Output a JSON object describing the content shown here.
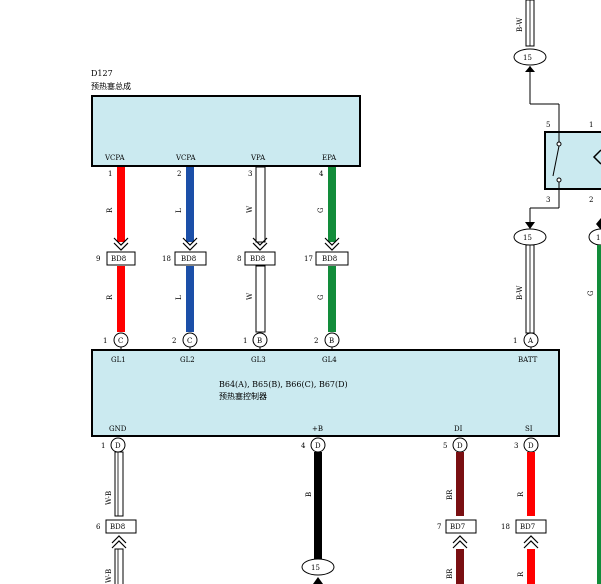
{
  "colors": {
    "module_fill": "#cbeaf0",
    "red": "#ff0000",
    "blue": "#1b4fa8",
    "green": "#128c3a",
    "black": "#000000",
    "brown": "#7a0f12"
  },
  "glow_plug": {
    "code": "D127",
    "name": "预热塞总成",
    "pins": [
      {
        "label": "VCPA",
        "num": "1",
        "wire": "R"
      },
      {
        "label": "VCPA",
        "num": "2",
        "wire": "L"
      },
      {
        "label": "VPA",
        "num": "3",
        "wire": "W"
      },
      {
        "label": "EPA",
        "num": "4",
        "wire": "G"
      }
    ]
  },
  "connectors_top": [
    {
      "pin": "9",
      "name": "BD8"
    },
    {
      "pin": "18",
      "name": "BD8"
    },
    {
      "pin": "8",
      "name": "BD8"
    },
    {
      "pin": "17",
      "name": "BD8"
    }
  ],
  "controller_top_pins": [
    {
      "num": "1",
      "letter": "C",
      "label": "GL1"
    },
    {
      "num": "2",
      "letter": "C",
      "label": "GL2"
    },
    {
      "num": "1",
      "letter": "B",
      "label": "GL3"
    },
    {
      "num": "2",
      "letter": "B",
      "label": "GL4"
    },
    {
      "num": "1",
      "letter": "A",
      "label": "BATT"
    }
  ],
  "controller": {
    "codes": "B64(A), B65(B), B66(C), B67(D)",
    "name": "预热塞控制器"
  },
  "controller_bottom_pins": [
    {
      "num": "1",
      "letter": "D",
      "label": "GND",
      "wire": "W-B"
    },
    {
      "num": "4",
      "letter": "D",
      "label": "+B",
      "wire": "B"
    },
    {
      "num": "5",
      "letter": "D",
      "label": "DI",
      "wire": "BR"
    },
    {
      "num": "3",
      "letter": "D",
      "label": "SI",
      "wire": "R"
    }
  ],
  "connectors_bottom": [
    {
      "pin": "6",
      "name": "BD8"
    },
    {
      "pin": "7",
      "name": "BD7"
    },
    {
      "pin": "18",
      "name": "BD7"
    }
  ],
  "lower_wires": {
    "gnd": "W-B",
    "di": "BR",
    "si": "R"
  },
  "relay": {
    "pin_tl": "5",
    "pin_tr": "1",
    "pin_bl": "3",
    "pin_br": "2",
    "wire_top": "B-W",
    "wire_mid": "B-W",
    "wire_right": "G"
  },
  "junctions": {
    "top": "15",
    "mid": "15",
    "right": "1",
    "bottom": "15"
  }
}
